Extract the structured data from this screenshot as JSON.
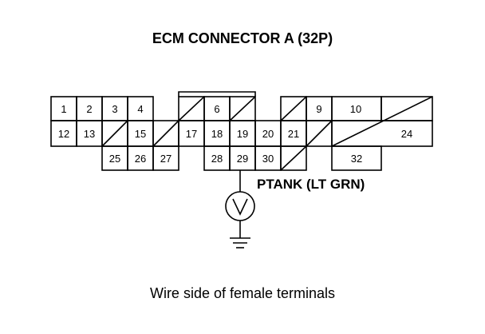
{
  "title": "ECM CONNECTOR A (32P)",
  "caption": "Wire side of female terminals",
  "probe_label": "PTANK (LT GRN)",
  "meter_symbol": "V",
  "connector": {
    "row1": [
      {
        "id": "t1",
        "label": "1"
      },
      {
        "id": "t2",
        "label": "2"
      },
      {
        "id": "t3",
        "label": "3"
      },
      {
        "id": "t4",
        "label": "4"
      },
      {
        "id": "t5",
        "label": ""
      },
      {
        "id": "t6",
        "label": "6"
      },
      {
        "id": "t7",
        "label": ""
      },
      {
        "id": "t8",
        "label": ""
      },
      {
        "id": "t9",
        "label": "9"
      },
      {
        "id": "t10",
        "label": "10"
      },
      {
        "id": "t11",
        "label": ""
      }
    ],
    "row2": [
      {
        "id": "t12",
        "label": "12"
      },
      {
        "id": "t13",
        "label": "13"
      },
      {
        "id": "t14",
        "label": ""
      },
      {
        "id": "t15",
        "label": "15"
      },
      {
        "id": "t16",
        "label": ""
      },
      {
        "id": "t17",
        "label": "17"
      },
      {
        "id": "t18",
        "label": "18"
      },
      {
        "id": "t19",
        "label": "19"
      },
      {
        "id": "t20",
        "label": "20"
      },
      {
        "id": "t21",
        "label": "21"
      },
      {
        "id": "t22",
        "label": ""
      },
      {
        "id": "t24",
        "label": "24"
      }
    ],
    "row3": [
      {
        "id": "t25",
        "label": "25"
      },
      {
        "id": "t26",
        "label": "26"
      },
      {
        "id": "t27",
        "label": "27"
      },
      {
        "id": "t28",
        "label": "28"
      },
      {
        "id": "t29",
        "label": "29"
      },
      {
        "id": "t30",
        "label": "30"
      },
      {
        "id": "t31",
        "label": ""
      },
      {
        "id": "t32",
        "label": "32"
      }
    ]
  }
}
